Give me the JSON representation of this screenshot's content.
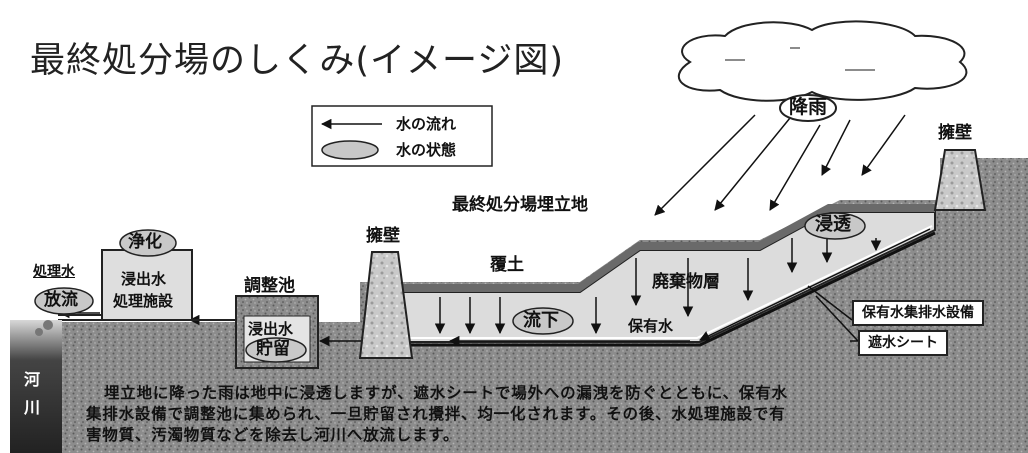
{
  "title": "最終処分場のしくみ(イメージ図)",
  "legend": {
    "flow_label": "水の流れ",
    "state_label": "水の状態"
  },
  "labels": {
    "rain": "降雨",
    "retaining_wall_right": "擁壁",
    "retaining_wall_left": "擁壁",
    "landfill_site": "最終処分場埋立地",
    "cover_soil": "覆土",
    "waste_layer": "廃棄物層",
    "infiltration": "浸透",
    "flow_down": "流下",
    "retained_water": "保有水",
    "collection_facility": "保有水集排水設備",
    "liner_sheet": "遮水シート",
    "adjustment_pond": "調整池",
    "leachate_in_pond": "浸出水",
    "storage": "貯留",
    "purification": "浄化",
    "treatment_line1": "浸出水",
    "treatment_line2": "処理施設",
    "treated_water": "処理水",
    "discharge": "放流",
    "river_char1": "河",
    "river_char2": "川"
  },
  "caption": {
    "line1": "埋立地に降った雨は地中に浸透しますが、遮水シートで場外への漏洩を防ぐとともに、保有水",
    "line2": "集排水設備で調整池に集められ、一旦貯留され攪拌、均一化されます。その後、水処理施設で有",
    "line3": "害物質、汚濁物質などを除去し河川へ放流します。"
  },
  "colors": {
    "ground": "#8a8a8a",
    "ground_dark": "#555555",
    "water_oval": "#c8c8c8",
    "river": "#333333",
    "ink": "#111111"
  }
}
